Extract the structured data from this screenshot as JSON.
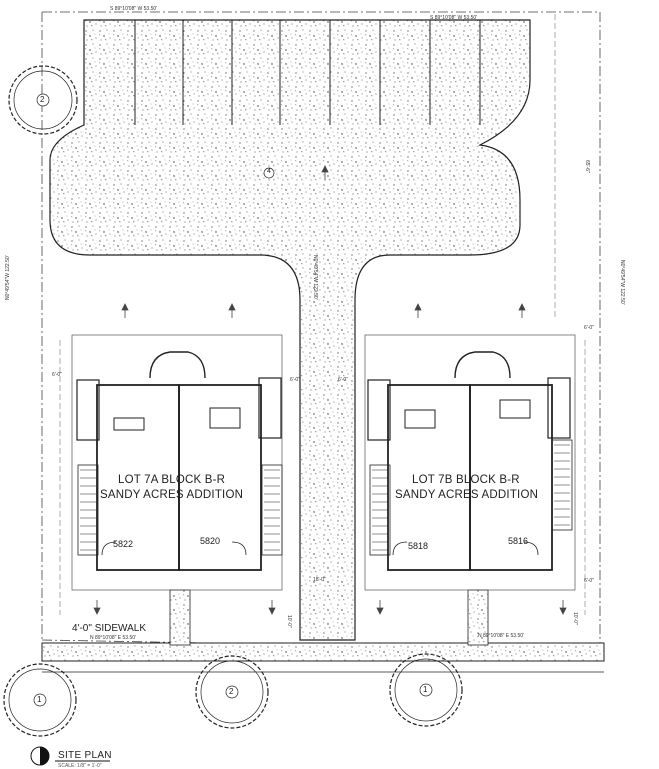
{
  "lots": [
    {
      "line1": "LOT 7A BLOCK B-R",
      "line2": "SANDY ACRES ADDITION",
      "units": [
        "5822",
        "5820"
      ]
    },
    {
      "line1": "LOT 7B BLOCK B-R",
      "line2": "SANDY ACRES ADDITION",
      "units": [
        "5818",
        "5816"
      ]
    }
  ],
  "sidewalk_label": "4'-0\" SIDEWALK",
  "bearings": {
    "top_left": "S 89°10'08\" W  53.50'",
    "top_right": "S 89°10'08\" W  53.50'",
    "bottom_left": "N 89°10'08\" E  53.50'",
    "bottom_right": "N 89°10'08\" E  53.50'",
    "left": "N0°49'54\"W  122.50'",
    "right": "N0°49'54\"W  122.50'",
    "center": "N0°49'54\"W  122.50'"
  },
  "dims": {
    "right_top": "65'-6\"",
    "setback_left": "6'-0\"",
    "setback_right": "6'-0\"",
    "mid_left": "6'-0\"",
    "mid_right": "6'-0\"",
    "drive_width": "18'-0\"",
    "front_left": "10'-0\"",
    "front_right": "10'-0\"",
    "right_bottom": "6'-0\""
  },
  "tree_tags": [
    "2",
    "1",
    "2",
    "1"
  ],
  "paving_tag": "4",
  "title": "SITE PLAN",
  "scale": "SCALE: 1/8\" = 1'-0\""
}
